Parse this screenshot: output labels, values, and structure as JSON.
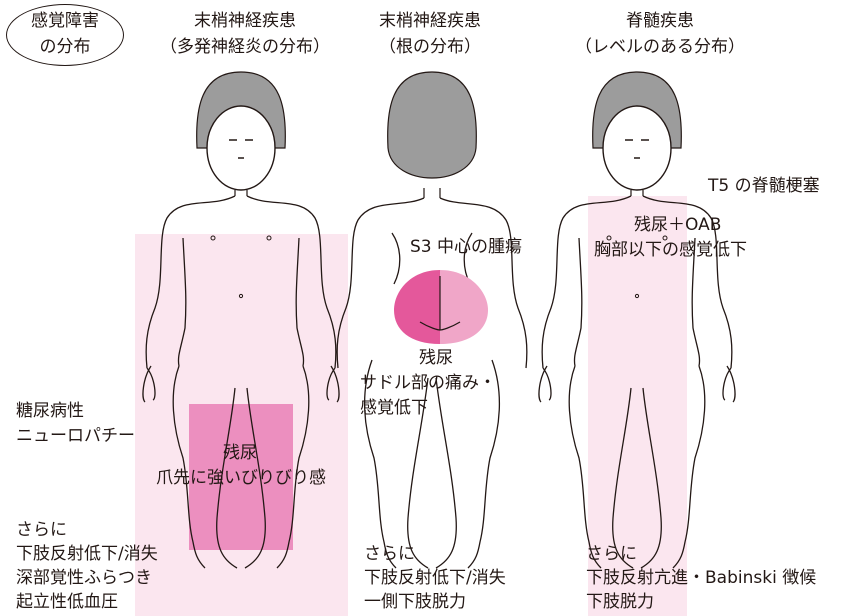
{
  "legend": {
    "line1": "感覚障害",
    "line2": "の分布"
  },
  "columns": [
    {
      "title1": "末梢神経疾患",
      "title2": "（多発神経炎の分布）"
    },
    {
      "title1": "末梢神経疾患",
      "title2": "（根の分布）"
    },
    {
      "title1": "脊髄疾患",
      "title2": "（レベルのある分布）"
    }
  ],
  "panel1": {
    "side_label": [
      "糖尿病性",
      "ニューロパチー"
    ],
    "symptom": [
      "残尿",
      "爪先に強いびりびり感"
    ],
    "findings": [
      "さらに",
      "下肢反射低下/消失",
      "深部覚性ふらつき",
      "起立性低血圧"
    ]
  },
  "panel2": {
    "lesion": "S3 中心の腫瘍",
    "symptom": [
      "残尿",
      "サドル部の痛み・",
      "感覚低下"
    ],
    "findings": [
      "さらに",
      "下肢反射低下/消失",
      "一側下肢脱力"
    ]
  },
  "panel3": {
    "lesion": "T5 の脊髄梗塞",
    "symptom": [
      "残尿＋OAB",
      "胸部以下の感覚低下"
    ],
    "findings": [
      "さらに",
      "下肢反射亢進・Babinski 徴候",
      "下肢脱力"
    ]
  },
  "colors": {
    "light_pink": "#fbe6ef",
    "mid_pink": "#ec8fbf",
    "saddle_dark": "#e4589b",
    "saddle_light": "#f0a6c8",
    "hair": "#9c9c9c"
  }
}
